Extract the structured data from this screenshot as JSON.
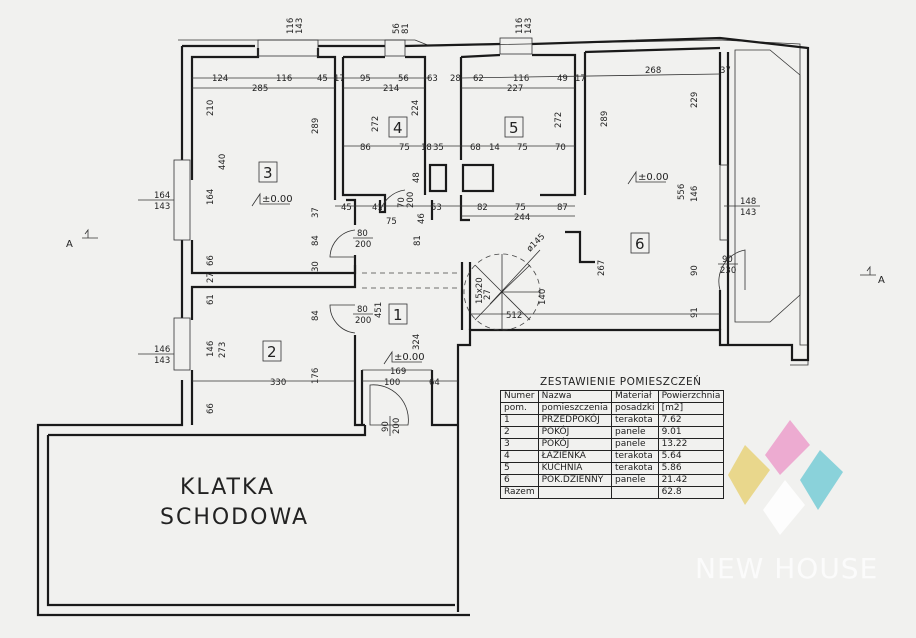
{
  "plan": {
    "stair_label_line1": "KLATKA",
    "stair_label_line2": "SCHODOWA",
    "section_marker": "A",
    "level_mark": "±0.00",
    "rooms": [
      "1",
      "2",
      "3",
      "4",
      "5",
      "6"
    ],
    "dimensions": [
      "116",
      "143",
      "56",
      "81",
      "116",
      "143",
      "124",
      "116",
      "45",
      "17",
      "95",
      "56",
      "63",
      "28",
      "62",
      "116",
      "49",
      "17",
      "268",
      "37",
      "285",
      "214",
      "227",
      "210",
      "440",
      "164",
      "289",
      "272",
      "224",
      "272",
      "289",
      "229",
      "556",
      "146",
      "37",
      "84",
      "30",
      "66",
      "27",
      "61",
      "84",
      "146",
      "273",
      "176",
      "66",
      "451",
      "81",
      "324",
      "48",
      "267",
      "140",
      "90",
      "91",
      "86",
      "75",
      "18",
      "35",
      "68",
      "14",
      "75",
      "70",
      "45",
      "41",
      "53",
      "82",
      "75",
      "87",
      "244",
      "169",
      "100",
      "64",
      "330",
      "512",
      "ø145",
      "15x20",
      "27",
      "70",
      "200",
      "46",
      "75"
    ],
    "doors": [
      {
        "w": "80",
        "h": "200"
      },
      {
        "w": "80",
        "h": "200"
      },
      {
        "w": "90",
        "h": "200"
      },
      {
        "w": "90",
        "h": "230"
      }
    ],
    "windows": [
      {
        "w": "164",
        "h": "143"
      },
      {
        "w": "146",
        "h": "143"
      },
      {
        "w": "148",
        "h": "143"
      }
    ]
  },
  "table": {
    "title": "ZESTAWIENIE POMIESZCZEŃ",
    "headers": [
      [
        "Numer",
        "pom."
      ],
      [
        "Nazwa",
        "pomieszczenia"
      ],
      [
        "Materiał",
        "posadzki"
      ],
      [
        "Powierzchnia",
        "[m2]"
      ]
    ],
    "rows": [
      [
        "1",
        "PRZEDPOKÓJ",
        "terakota",
        "7.62"
      ],
      [
        "2",
        "POKÓJ",
        "panele",
        "9.01"
      ],
      [
        "3",
        "POKÓJ",
        "panele",
        "13.22"
      ],
      [
        "4",
        "ŁAZIENKA",
        "terakota",
        "5.64"
      ],
      [
        "5",
        "KUCHNIA",
        "terakota",
        "5.86"
      ],
      [
        "6",
        "POK.DZIENNY",
        "panele",
        "21.42"
      ]
    ],
    "total_label": "Razem",
    "total_value": "62.8"
  },
  "watermark": {
    "brand": "NEW HOUSE",
    "colors": {
      "pink": "#ec9fcb",
      "yellow": "#e8d27a",
      "teal": "#78cdd6",
      "white": "#ffffff"
    }
  }
}
